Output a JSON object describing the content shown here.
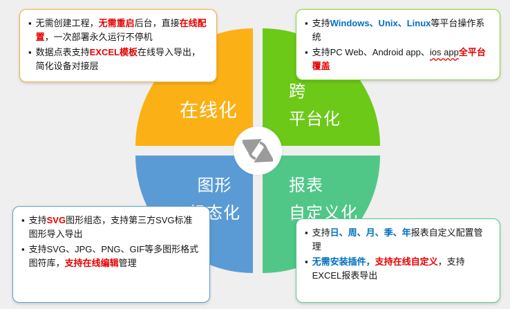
{
  "page": {
    "bg": "#EFEFEF"
  },
  "quadrants": {
    "tl": {
      "label": "在线化",
      "color": "#FBB116"
    },
    "tr": {
      "lines": [
        "跨",
        "平台化"
      ],
      "color": "#6CC918"
    },
    "bl": {
      "lines": [
        "图形",
        "组态化"
      ],
      "color": "#5B9BD5"
    },
    "br": {
      "lines": [
        "报表",
        "自定义化"
      ],
      "color": "#50C787"
    }
  },
  "center": {
    "icon": "sync-arrows",
    "arrow_color": "#9B9B9B"
  },
  "colors": {
    "highlight_red": "#E60000",
    "highlight_blue": "#0070C0"
  },
  "boxes": {
    "top_left": {
      "border_color": "#F5A93B",
      "items": [
        {
          "runs": [
            {
              "text": "无需创建工程，",
              "style": "plain"
            },
            {
              "text": "无需重启",
              "style": "hl-red"
            },
            {
              "text": "后台，直接",
              "style": "plain"
            },
            {
              "text": "在线配置",
              "style": "hl-red"
            },
            {
              "text": "，一次部署永久运行不停机",
              "style": "plain"
            }
          ]
        },
        {
          "runs": [
            {
              "text": "数据点表支持",
              "style": "plain"
            },
            {
              "text": "EXCEL模板",
              "style": "hl-red"
            },
            {
              "text": "在线导入导出，简化设备对接层",
              "style": "plain"
            }
          ]
        }
      ]
    },
    "top_right": {
      "border_color": "#86D42C",
      "items": [
        {
          "runs": [
            {
              "text": "支持",
              "style": "plain"
            },
            {
              "text": "Windows、Unix、Linux",
              "style": "hl-blue"
            },
            {
              "text": "等平台操作系统",
              "style": "plain"
            }
          ]
        },
        {
          "runs": [
            {
              "text": "支持PC Web、Android app、",
              "style": "plain"
            },
            {
              "text": "ios app",
              "style": "spell"
            },
            {
              "text": "全平台覆盖",
              "style": "hl-red"
            }
          ]
        }
      ]
    },
    "bottom_left": {
      "border_color": "#5B9BD5",
      "items": [
        {
          "runs": [
            {
              "text": "支持",
              "style": "plain"
            },
            {
              "text": "SVG",
              "style": "hl-red"
            },
            {
              "text": "图形组态，支持第三方SVG标准图形导入导出",
              "style": "plain"
            }
          ]
        },
        {
          "runs": [
            {
              "text": "支持SVG、JPG、PNG、GIF等多图形格式图符库，",
              "style": "plain"
            },
            {
              "text": "支持在线编辑",
              "style": "hl-red"
            },
            {
              "text": "管理",
              "style": "plain"
            }
          ]
        }
      ]
    },
    "bottom_right": {
      "border_color": "#52C98B",
      "items": [
        {
          "runs": [
            {
              "text": "支持",
              "style": "plain"
            },
            {
              "text": "日、周、月、季、年",
              "style": "hl-blue"
            },
            {
              "text": "报表自定义配置管理",
              "style": "plain"
            }
          ]
        },
        {
          "runs": [
            {
              "text": "无需安装插件，",
              "style": "hl-blue"
            },
            {
              "text": "支持在线自定义",
              "style": "hl-red"
            },
            {
              "text": "，支持EXCEL报表导出",
              "style": "plain"
            }
          ]
        }
      ]
    }
  }
}
